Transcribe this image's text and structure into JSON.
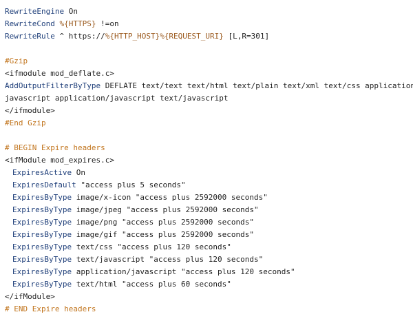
{
  "colors": {
    "keyword": "#1f3f7a",
    "variable": "#9b5a1e",
    "comment": "#c1741c",
    "text": "#222222",
    "background": "#ffffff"
  },
  "lines": [
    {
      "kw": "RewriteEngine",
      "rest": " On"
    },
    {
      "kw": "RewriteCond",
      "var": " %{HTTPS}",
      "rest": " !=on"
    },
    {
      "kw": "RewriteRule",
      "rest1": " ^ https://",
      "var": "%{HTTP_HOST}%{REQUEST_URI}",
      "rest2": " [L,R=301]"
    },
    {
      "comment": "#Gzip"
    },
    {
      "tag": "<ifmodule mod_deflate.c>"
    },
    {
      "kw": "AddOutputFilterByType",
      "rest": " DEFLATE text/text text/html text/plain text/xml text/css application/x-"
    },
    {
      "rest": "javascript application/javascript text/javascript"
    },
    {
      "tag": "</ifmodule>"
    },
    {
      "comment": "#End Gzip"
    },
    {
      "comment": "# BEGIN Expire headers"
    },
    {
      "tag": "<ifModule mod_expires.c>"
    },
    {
      "kw": "ExpiresActive",
      "rest": " On"
    },
    {
      "kw": "ExpiresDefault",
      "rest": " \"access plus 5 seconds\""
    },
    {
      "kw": "ExpiresByType",
      "rest": " image/x-icon \"access plus 2592000 seconds\""
    },
    {
      "kw": "ExpiresByType",
      "rest": " image/jpeg \"access plus 2592000 seconds\""
    },
    {
      "kw": "ExpiresByType",
      "rest": " image/png \"access plus 2592000 seconds\""
    },
    {
      "kw": "ExpiresByType",
      "rest": " image/gif \"access plus 2592000 seconds\""
    },
    {
      "kw": "ExpiresByType",
      "rest": " text/css \"access plus 120 seconds\""
    },
    {
      "kw": "ExpiresByType",
      "rest": " text/javascript \"access plus 120 seconds\""
    },
    {
      "kw": "ExpiresByType",
      "rest": " application/javascript \"access plus 120 seconds\""
    },
    {
      "kw": "ExpiresByType",
      "rest": " text/html \"access plus 60 seconds\""
    },
    {
      "tag": "</ifModule>"
    },
    {
      "comment": "# END Expire headers"
    }
  ]
}
